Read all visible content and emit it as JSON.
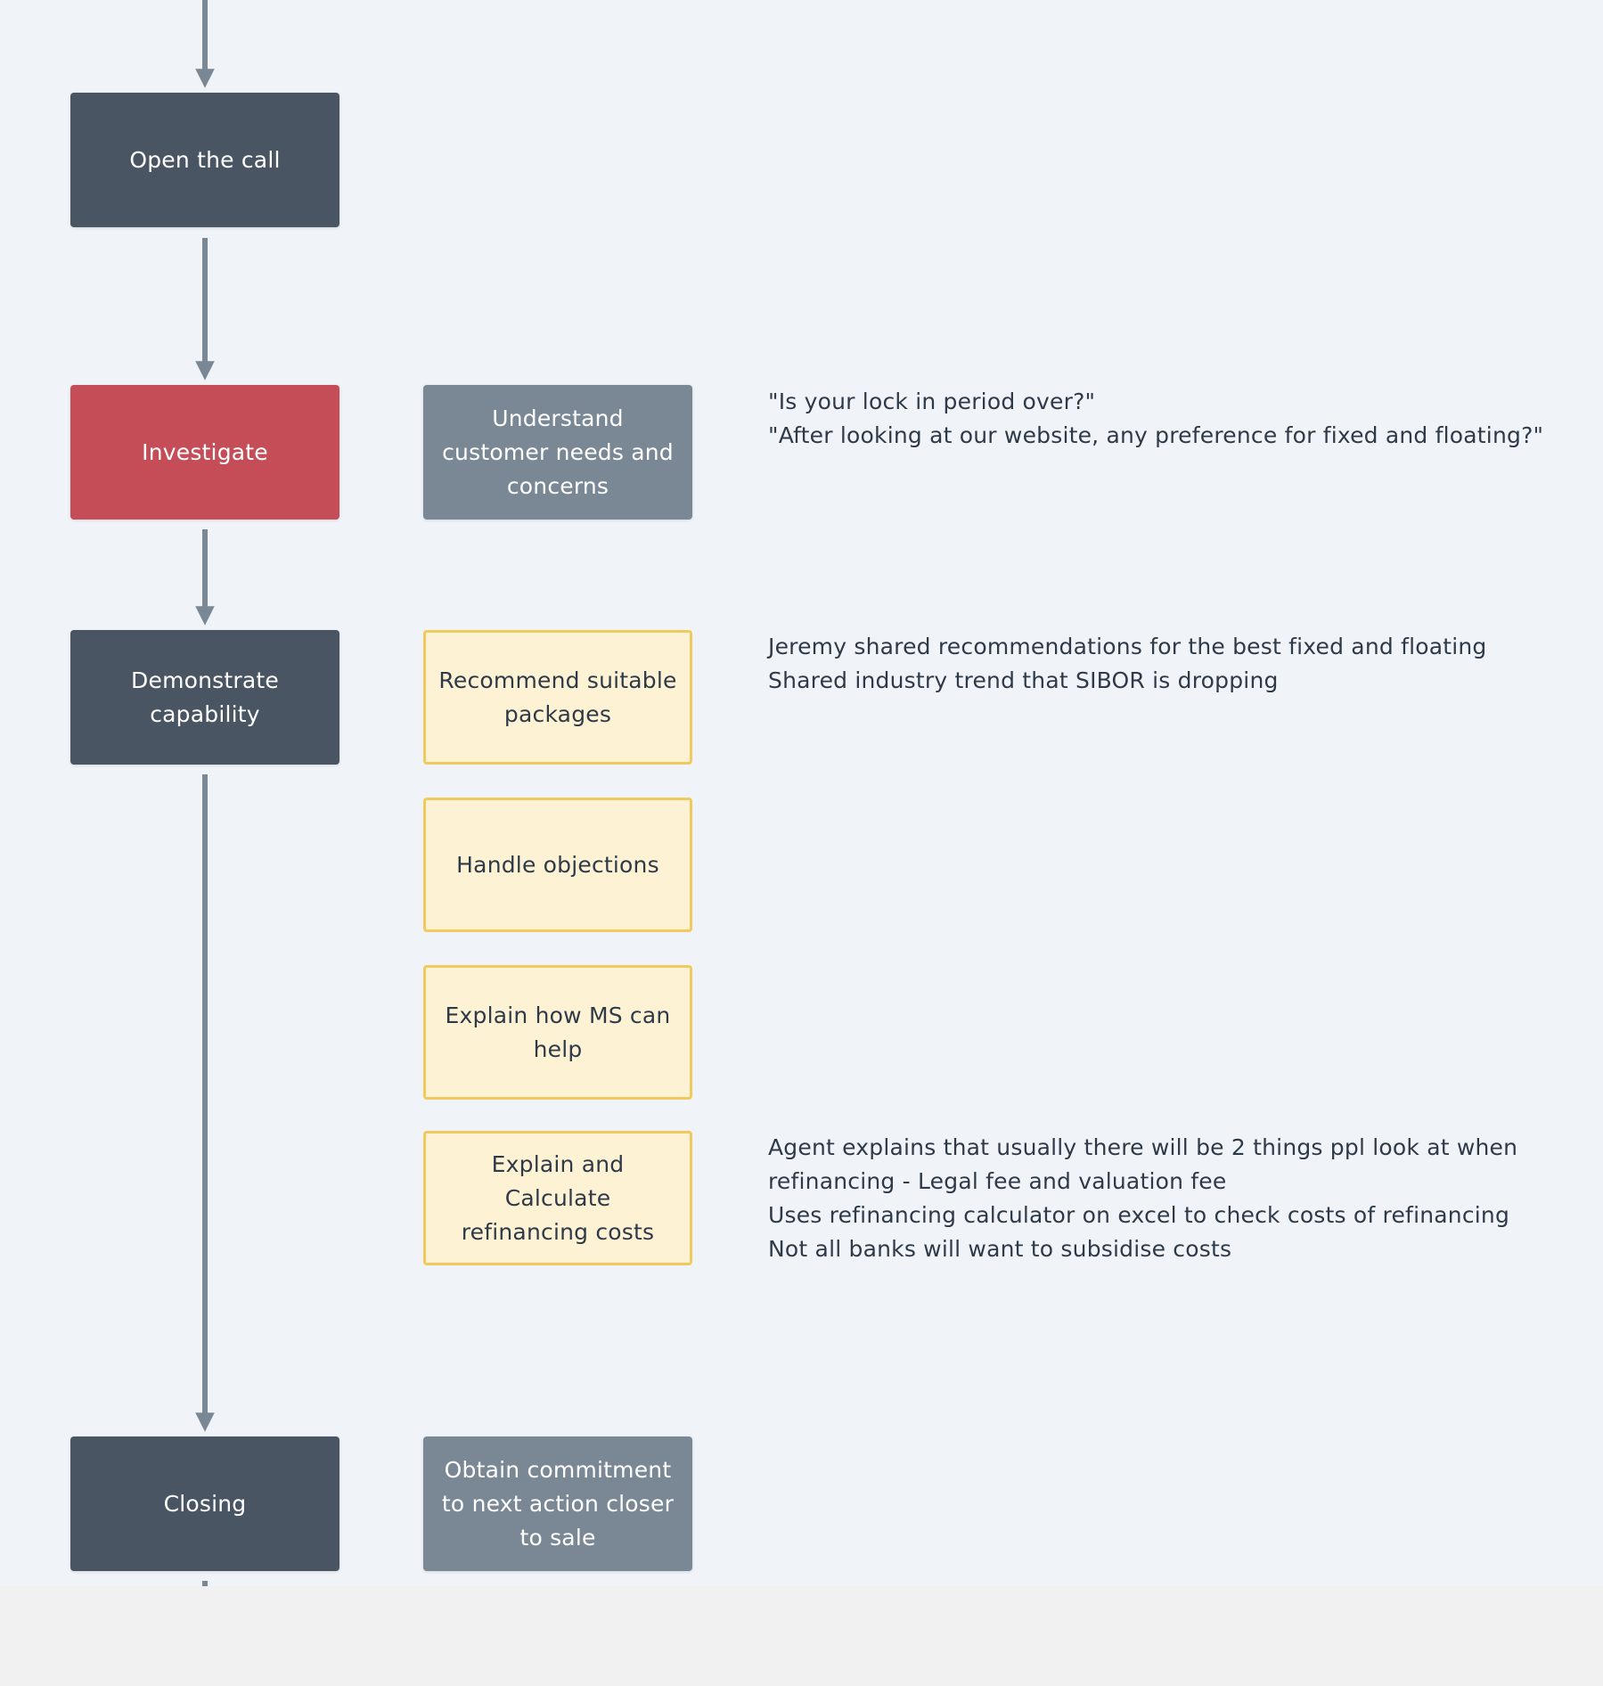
{
  "steps": {
    "open_call": "Open the call",
    "investigate": "Investigate",
    "demonstrate": "Demonstrate capability",
    "closing": "Closing"
  },
  "activities": {
    "understand": "Understand customer needs and concerns",
    "recommend": "Recommend suitable packages",
    "objections": "Handle objections",
    "explain_ms": "Explain how MS can help",
    "refinancing": "Explain and Calculate refinancing costs",
    "commitment": "Obtain commitment to next action closer to sale"
  },
  "notes": {
    "investigate": [
      "\"Is your lock in period over?\"",
      "\"After looking at our website, any preference for fixed and floating?\""
    ],
    "recommend": [
      "Jeremy shared recommendations for the best fixed and floating",
      "Shared industry trend that SIBOR is dropping"
    ],
    "refinancing": [
      "Agent explains that usually there will be 2 things ppl look at when",
      "refinancing - Legal fee and valuation fee",
      "Uses refinancing calculator on excel to check costs of refinancing",
      "Not all banks will want to subsidise costs"
    ]
  },
  "colors": {
    "step_dark": "#4a5563",
    "step_active": "#c44d58",
    "activity_slate": "#7a8896",
    "activity_yellow_fill": "#fdf2d4",
    "activity_yellow_border": "#f2c95c",
    "connector": "#7a8896"
  }
}
